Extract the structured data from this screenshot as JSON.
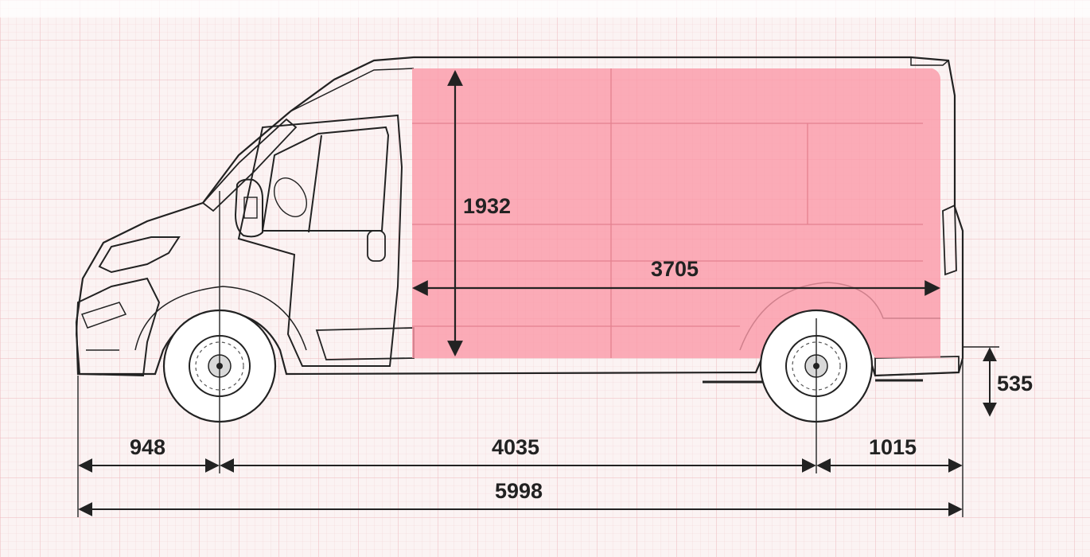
{
  "dimensions": {
    "cargo_height": "1932",
    "cargo_length": "3705",
    "front_overhang": "948",
    "wheelbase": "4035",
    "rear_overhang": "1015",
    "overall_length": "5998",
    "loading_sill_height": "535"
  },
  "colors": {
    "grid_background": "#fbf3f3",
    "grid_line": "#f2c9cc",
    "cargo_area": "#fb98a7",
    "outline": "#222222",
    "body_fill": "#ffffff",
    "trim_grey": "#c8c8c8",
    "glass": "#bdbdbd"
  }
}
